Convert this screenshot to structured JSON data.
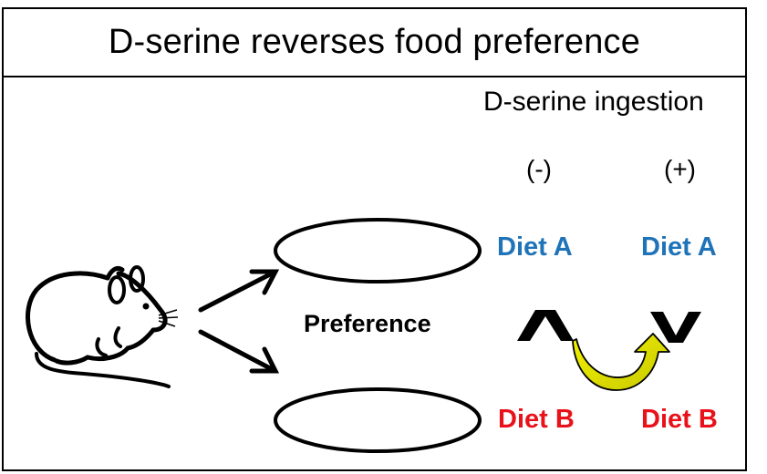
{
  "title": "D-serine reverses food preference",
  "ingestion_label": "D-serine ingestion",
  "condition_minus": "(-)",
  "condition_plus": "(+)",
  "preference_label": "Preference",
  "diet_a": "Diet A",
  "diet_b": "Diet B",
  "colors": {
    "diet_a": "#1f73b8",
    "diet_b": "#e8121a",
    "reversal_arrow": "#e6e600"
  },
  "icons": [
    "mouse-icon",
    "arrow-to-diet-a-icon",
    "arrow-to-diet-b-icon",
    "greater-than-icon",
    "less-than-icon",
    "reversal-arrow-icon"
  ]
}
